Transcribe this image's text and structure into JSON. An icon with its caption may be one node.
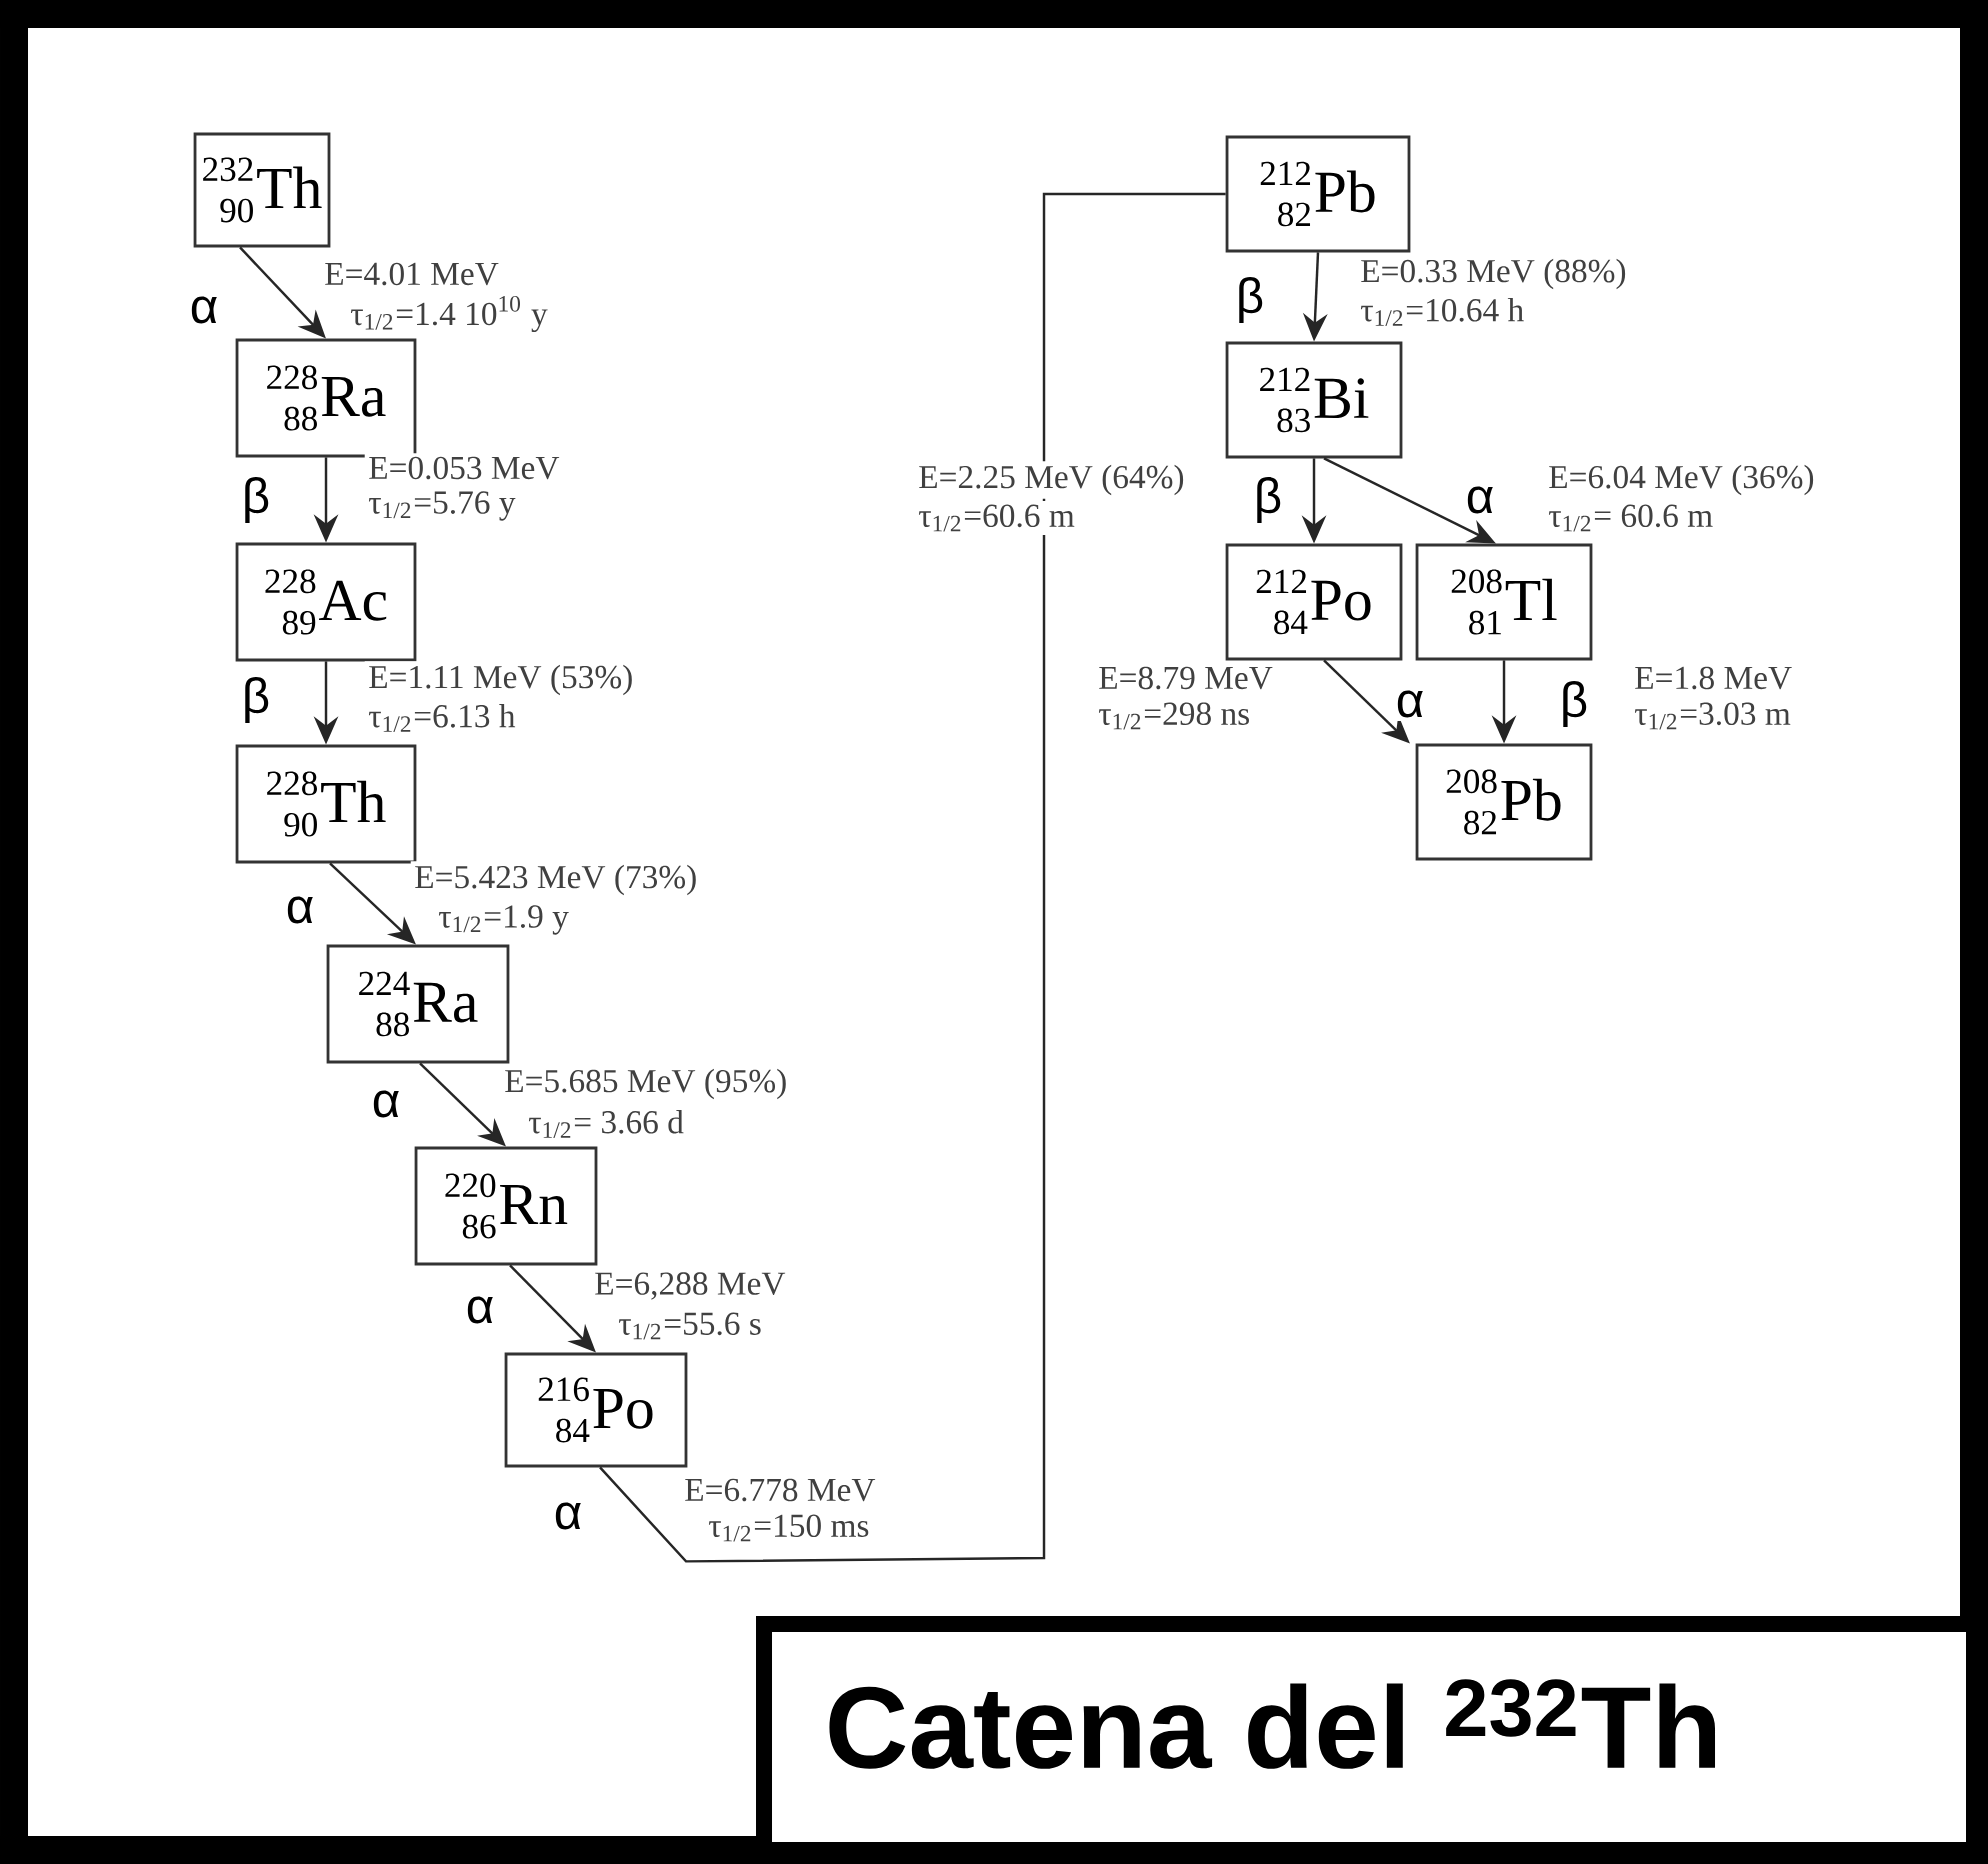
{
  "diagram": {
    "title": "Catena del $^{232}$Th",
    "nodes": [
      {
        "text": [
          "232",
          "90",
          "Th"
        ]
      },
      {
        "text": [
          "228",
          "88",
          "Ra"
        ]
      },
      {
        "text": [
          "228",
          "89",
          "Ac"
        ]
      },
      {
        "text": [
          "228",
          "90",
          "Th"
        ]
      },
      {
        "text": [
          "224",
          "88",
          "Ra"
        ]
      },
      {
        "text": [
          "220",
          "86",
          "Rn"
        ]
      },
      {
        "text": [
          "216",
          "84",
          "Po"
        ]
      },
      {
        "text": [
          "212",
          "82",
          "Pb"
        ]
      },
      {
        "text": [
          "212",
          "83",
          "Bi"
        ]
      },
      {
        "text": [
          "212",
          "84",
          "Po"
        ]
      },
      {
        "text": [
          "208",
          "81",
          "Tl"
        ]
      },
      {
        "text": [
          "208",
          "82",
          "Pb"
        ]
      }
    ],
    "edges": [
      {
        "from": 0,
        "to": 1,
        "arrow": "to",
        "label": "α"
      },
      {
        "from": 1,
        "to": 2,
        "arrow": "to",
        "label": "β"
      },
      {
        "from": 2,
        "to": 3,
        "arrow": "to",
        "label": "β"
      },
      {
        "from": 3,
        "to": 4,
        "arrow": "to",
        "label": "α"
      },
      {
        "from": 4,
        "to": 5,
        "arrow": "to",
        "label": "α"
      },
      {
        "from": 5,
        "to": 6,
        "arrow": "to",
        "label": "α"
      },
      {
        "from": 6,
        "to": 7,
        "arrow": "none",
        "label": "α"
      },
      {
        "from": 7,
        "to": 8,
        "arrow": "to",
        "label": "β"
      },
      {
        "from": 8,
        "to": 9,
        "arrow": "to",
        "label": "β"
      },
      {
        "from": 8,
        "to": 10,
        "arrow": "to",
        "label": "α"
      },
      {
        "from": 9,
        "to": 11,
        "arrow": "to",
        "label": "α"
      },
      {
        "from": 10,
        "to": 11,
        "arrow": "to",
        "label": "β"
      }
    ],
    "labels": [
      "E=4.01 MeV",
      "τ$_{1/2}$=1.4 10$^{10}$ y",
      "E=0.053 MeV",
      "τ$_{1/2}$=5.76 y",
      "E=1.11 MeV (53%)",
      "τ$_{1/2}$=6.13 h",
      "E=5.423 MeV (73%)",
      "τ$_{1/2}$=1.9 y",
      "E=5.685 MeV (95%)",
      "τ$_{1/2}$= 3.66 d",
      "E=6,288 MeV",
      "τ$_{1/2}$=55.6 s",
      "E=6.778 MeV",
      "τ$_{1/2}$=150 ms",
      "E=0.33 MeV (88%)",
      "τ$_{1/2}$=10.64 h",
      "E=2.25 MeV (64%)",
      "τ$_{1/2}$=60.6 m",
      "E=6.04 MeV (36%)",
      "τ$_{1/2}$= 60.6 m",
      "E=8.79 MeV",
      "τ$_{1/2}$=298 ns",
      "E=1.8 MeV",
      "τ$_{1/2}$=3.03 m"
    ]
  }
}
